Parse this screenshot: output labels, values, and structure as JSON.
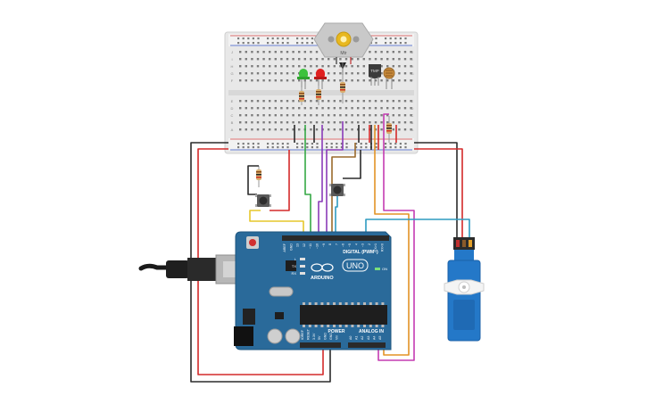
{
  "board": {
    "brand": "ARDUINO",
    "model": "UNO",
    "digital_header": "DIGITAL (PWM~)",
    "power_label": "POWER",
    "analog_label": "ANALOG IN",
    "on_label": "ON",
    "led_labels": [
      "L",
      "TX",
      "RX"
    ],
    "digital_pins": [
      "AREF",
      "GND",
      "13",
      "12",
      "~11",
      "~10",
      "~9",
      "8",
      "7",
      "~6",
      "~5",
      "4",
      "~3",
      "2",
      "TX>1",
      "RX<0"
    ],
    "power_pins": [
      "IOREF",
      "RESET",
      "3.3V",
      "5V",
      "GND",
      "GND",
      "Vin"
    ],
    "analog_pins": [
      "A0",
      "A1",
      "A2",
      "A3",
      "A4",
      "A5"
    ]
  },
  "breadboard": {
    "row_labels": [
      "J",
      "I",
      "H",
      "G",
      "F",
      "E",
      "D",
      "C",
      "B",
      "A"
    ]
  },
  "components": {
    "motor_label": "Mtr",
    "sensor_label": "TMP",
    "leds": [
      {
        "name": "green-led",
        "color": "#3cc23c"
      },
      {
        "name": "red-led",
        "color": "#e02020"
      }
    ]
  },
  "colors": {
    "board": "#2a6a9a",
    "wire_red": "#d42a2a",
    "wire_black": "#2b2b2b",
    "wire_green": "#35a845",
    "wire_purple": "#8a3bb8",
    "wire_orange": "#e39325",
    "wire_teal": "#2e9bc1",
    "wire_brown": "#9a6a2c",
    "wire_yellow": "#e6c72b",
    "wire_magenta": "#c43bb2",
    "servo": "#2478c8"
  }
}
